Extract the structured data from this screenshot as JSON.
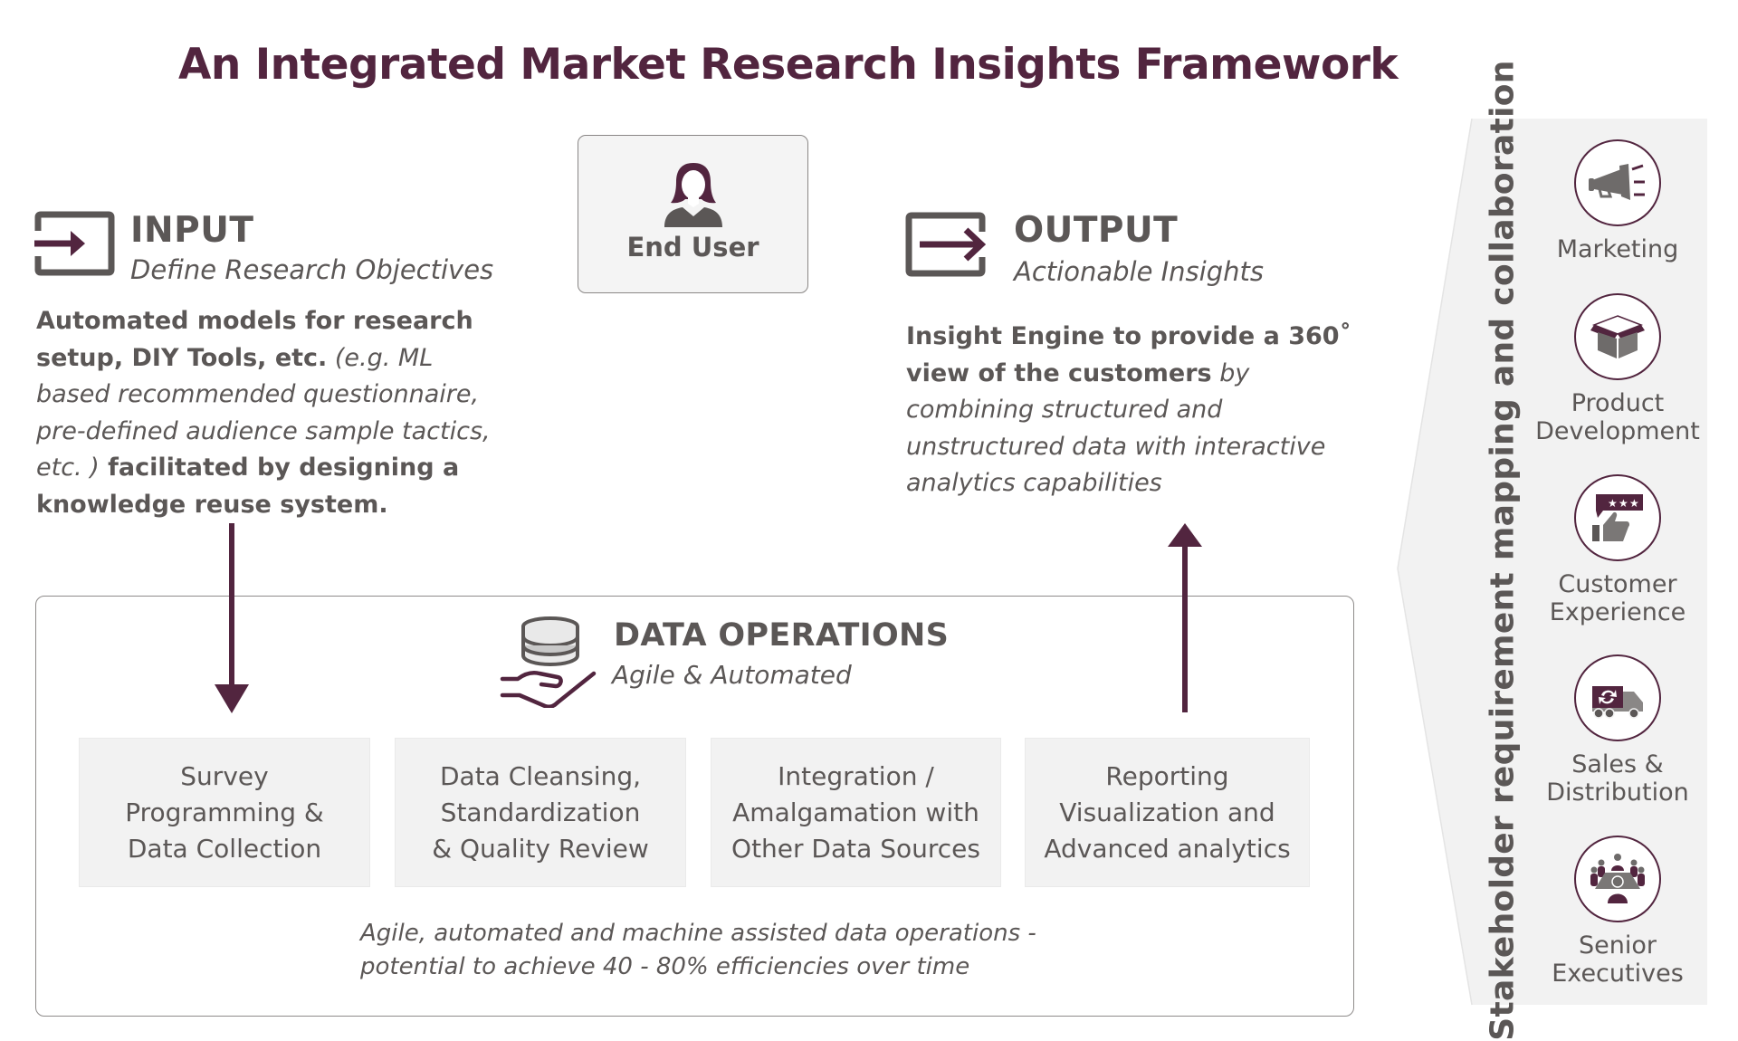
{
  "title": "An Integrated Market Research Insights Framework",
  "colors": {
    "accent": "#52253f",
    "text": "#5b5756",
    "panel_bg": "#f2f2f2",
    "box_bg": "#f4f4f4"
  },
  "end_user": {
    "icon": "user-icon",
    "label": "End User"
  },
  "input": {
    "icon": "input-arrow-icon",
    "heading": "INPUT",
    "subheading": "Define Research Objectives",
    "body": {
      "bold_1": "Automated models for research setup, DIY Tools, etc.",
      "italic_1": " (e.g. ML based recommended questionnaire, pre-defined audience sample tactics, etc. )",
      "bold_2": " facilitated by designing a knowledge reuse system."
    }
  },
  "output": {
    "icon": "output-arrow-icon",
    "heading": "OUTPUT",
    "subheading": "Actionable Insights",
    "body": {
      "bold_1": "Insight Engine to provide a 360˚ view of the customers",
      "italic_1": " by combining structured and unstructured data with interactive analytics capabilities"
    }
  },
  "data_operations": {
    "icon": "database-hand-icon",
    "heading": "DATA OPERATIONS",
    "subheading": "Agile & Automated",
    "steps": [
      {
        "lines": [
          "Survey",
          "Programming &",
          "Data Collection"
        ]
      },
      {
        "lines": [
          "Data Cleansing,",
          "Standardization",
          "& Quality Review"
        ]
      },
      {
        "lines": [
          "Integration /",
          "Amalgamation with",
          "Other Data Sources"
        ]
      },
      {
        "lines": [
          "Reporting",
          "Visualization and",
          "Advanced analytics"
        ]
      }
    ],
    "footer_line_1": "Agile, automated and machine assisted data operations -",
    "footer_line_2": "potential to achieve 40 - 80% efficiencies over time"
  },
  "stakeholders": {
    "heading": "Stakeholder requirement mapping and collaboration",
    "roles": [
      {
        "icon": "megaphone-icon",
        "lines": [
          "Marketing"
        ]
      },
      {
        "icon": "open-box-icon",
        "lines": [
          "Product",
          "Development"
        ]
      },
      {
        "icon": "rating-thumbs-up-icon",
        "lines": [
          "Customer",
          "Experience"
        ]
      },
      {
        "icon": "delivery-truck-icon",
        "lines": [
          "Sales &",
          "Distribution"
        ]
      },
      {
        "icon": "meeting-table-icon",
        "lines": [
          "Senior",
          "Executives"
        ]
      }
    ]
  }
}
